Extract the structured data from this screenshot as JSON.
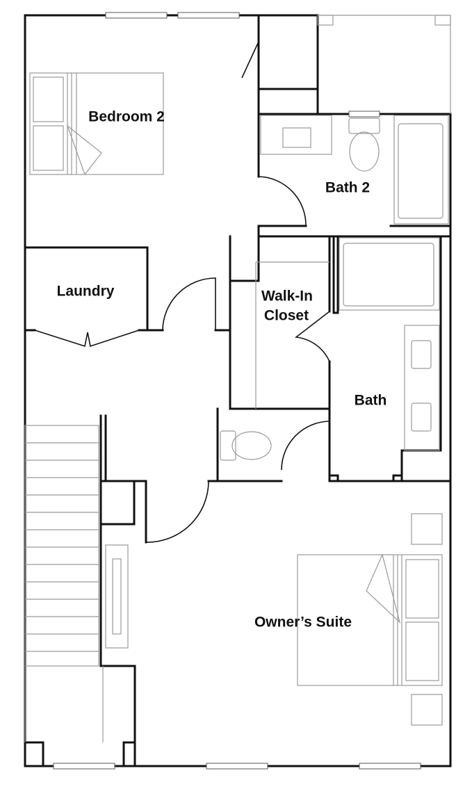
{
  "rooms": {
    "bedroom2": "Bedroom 2",
    "bath2": "Bath 2",
    "laundry": "Laundry",
    "walkin_line1": "Walk-In",
    "walkin_line2": "Closet",
    "bath": "Bath",
    "owners_suite": "Owner’s Suite"
  },
  "icons": [
    "bed-icon",
    "toilet-icon",
    "bathtub-icon",
    "sink-icon",
    "stairs-icon",
    "door-swing-icon",
    "window-icon"
  ]
}
